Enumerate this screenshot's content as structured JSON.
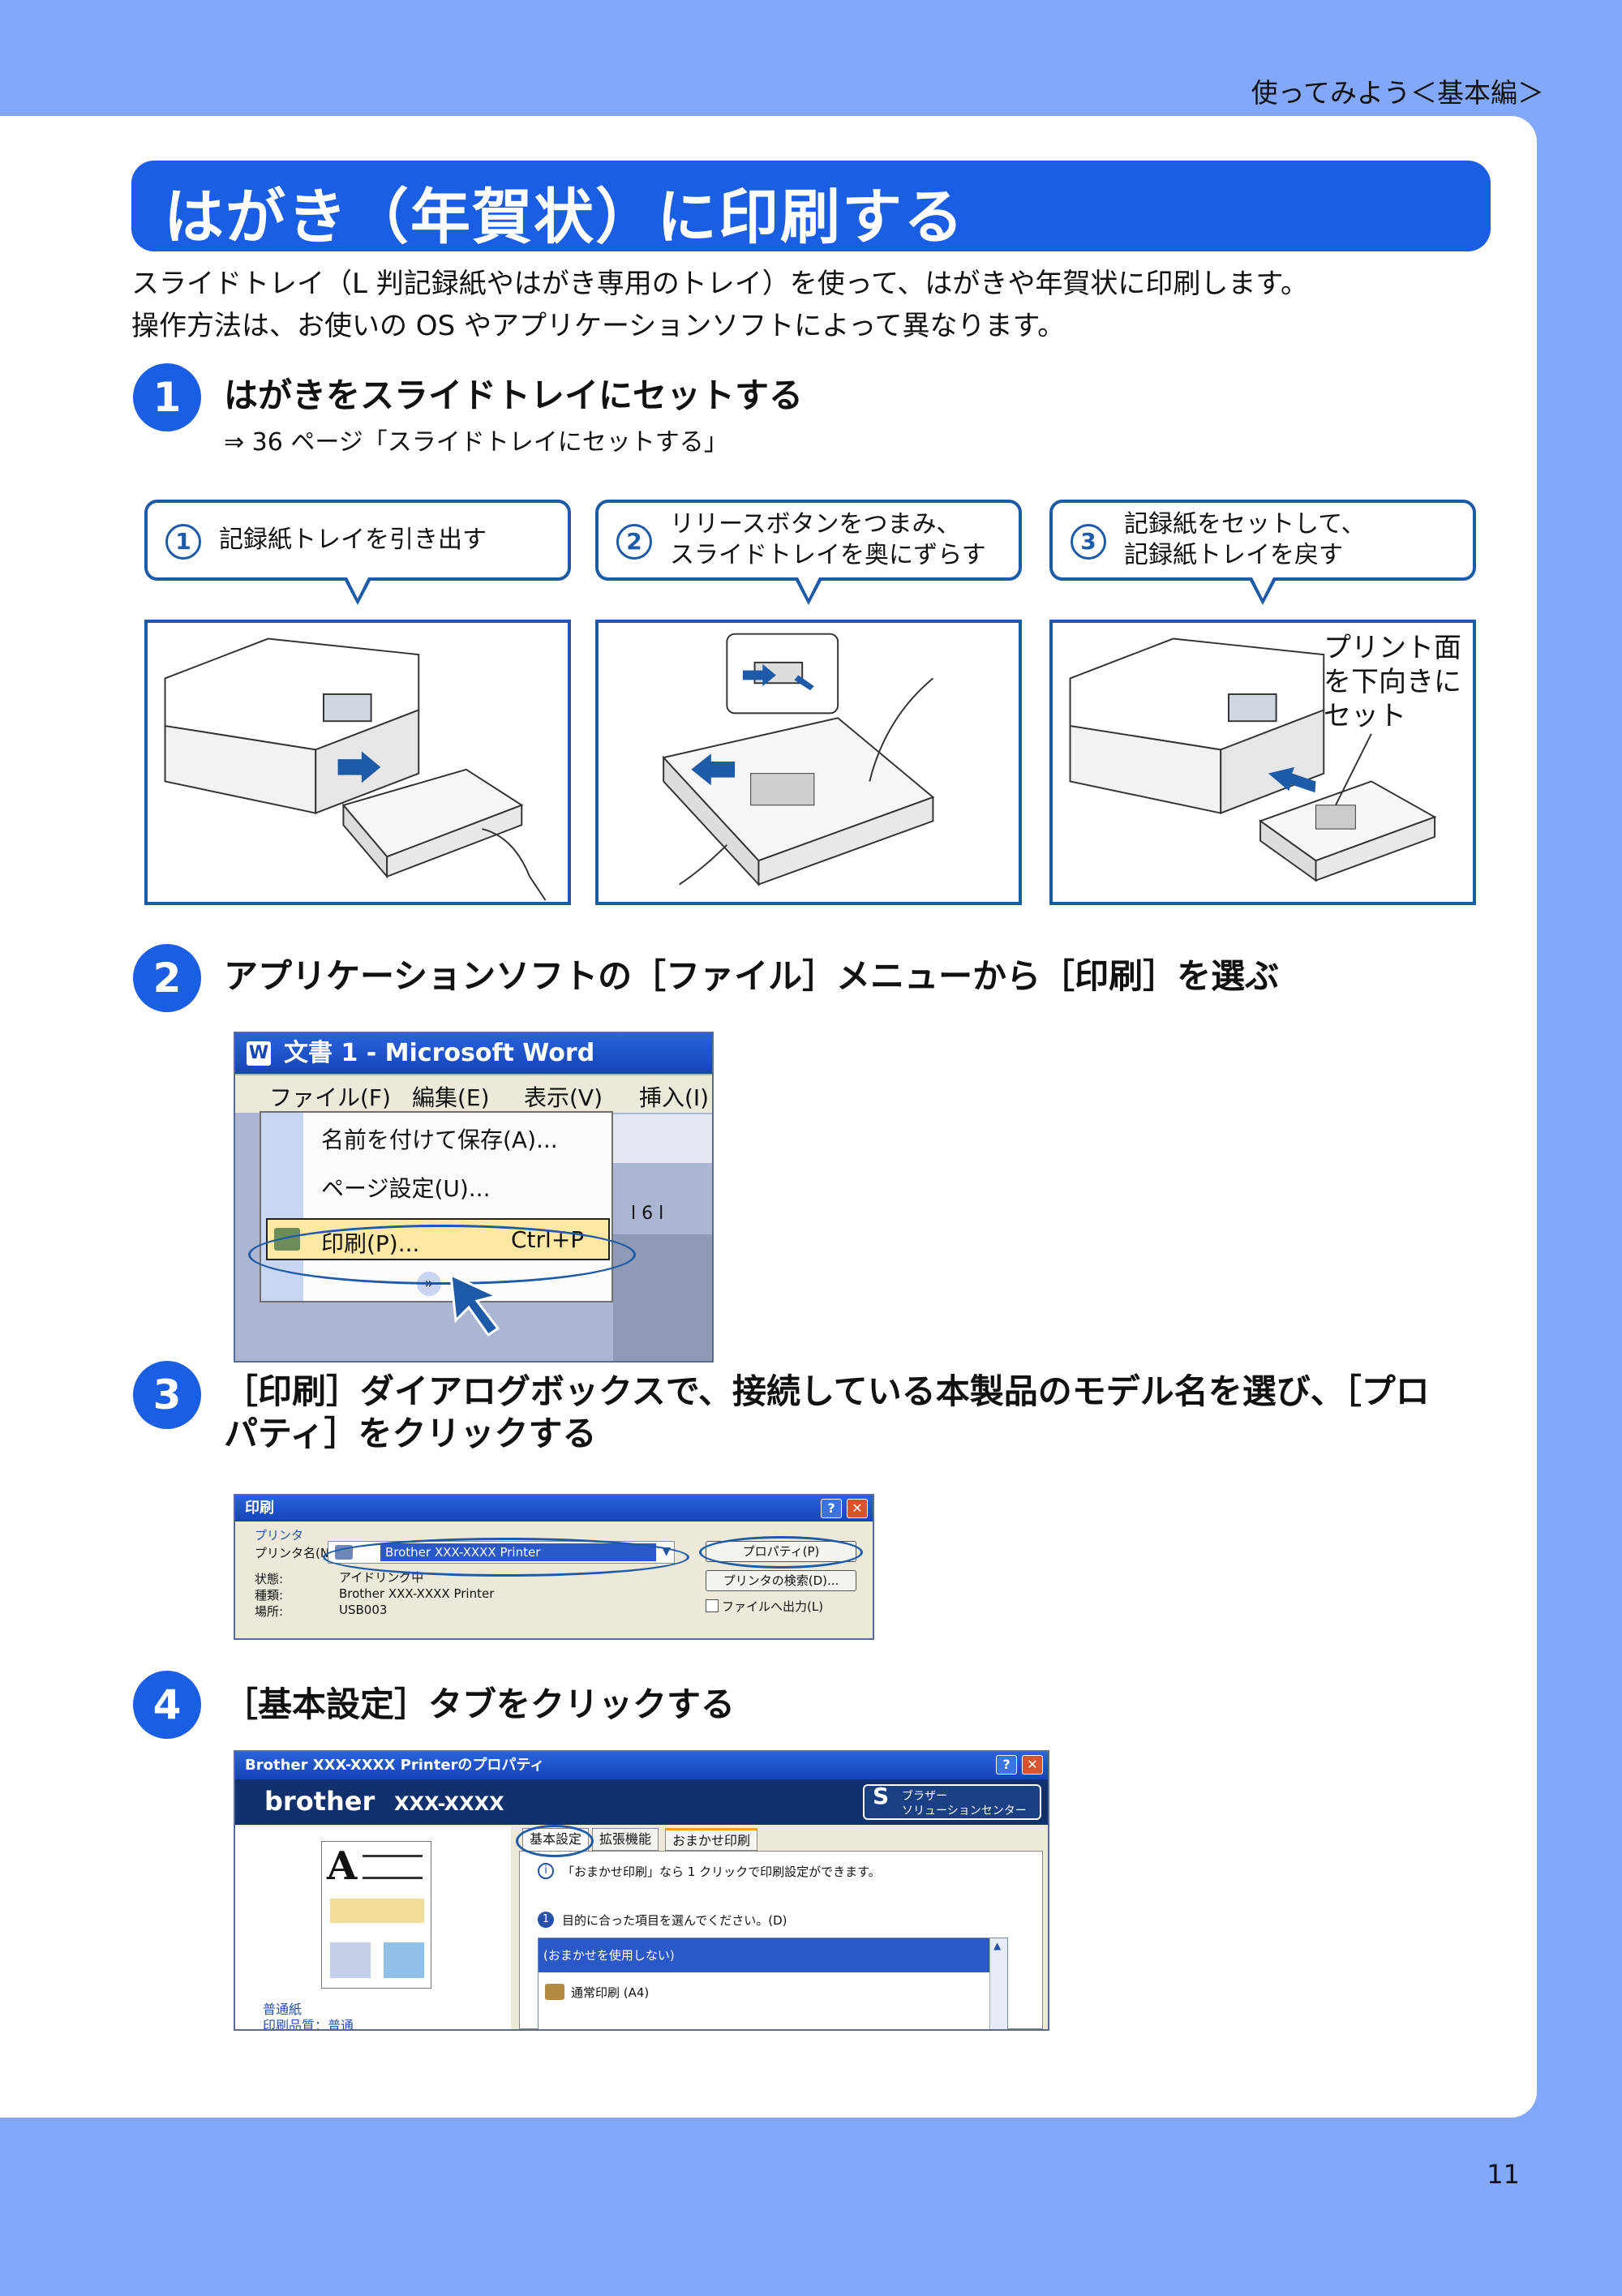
{
  "header": {
    "section": "使ってみよう＜基本編＞",
    "page_number": "11"
  },
  "title": "はがき（年賀状）に印刷する",
  "intro": [
    "スライドトレイ（L 判記録紙やはがき専用のトレイ）を使って、はがきや年賀状に印刷します。",
    "操作方法は、お使いの OS やアプリケーションソフトによって異なります。"
  ],
  "steps": [
    {
      "num": "1",
      "title": "はがきをスライドトレイにセットする",
      "ref": "⇒ 36 ページ「スライドトレイにセットする」"
    },
    {
      "num": "2",
      "title": "アプリケーションソフトの［ファイル］メニューから［印刷］を選ぶ"
    },
    {
      "num": "3",
      "title_line1": "［印刷］ダイアログボックスで、接続している本製品のモデル名を選び、［プロ",
      "title_line2": "パティ］をクリックする"
    },
    {
      "num": "4",
      "title": "［基本設定］タブをクリックする"
    }
  ],
  "bubbles": [
    {
      "num": "1",
      "line1": "記録紙トレイを引き出す",
      "line2": ""
    },
    {
      "num": "2",
      "line1": "リリースボタンをつまみ、",
      "line2": "スライドトレイを奥にずらす"
    },
    {
      "num": "3",
      "line1": "記録紙をセットして、",
      "line2": "記録紙トレイを戻す"
    }
  ],
  "photo_note": [
    "プリント面",
    "を下向きに",
    "セット"
  ],
  "word_window": {
    "title": "文書 1 - Microsoft Word",
    "menus": [
      "ファイル(F)",
      "編集(E)",
      "表示(V)",
      "挿入(I)"
    ],
    "items": [
      "名前を付けて保存(A)...",
      "ページ設定(U)...",
      "印刷(P)..."
    ],
    "shortcut": "Ctrl+P",
    "ruler": "l 6 l"
  },
  "print_dialog": {
    "title": "印刷",
    "group": "プリンタ",
    "name_label": "プリンタ名(N):",
    "printer": "Brother XXX-XXXX Printer",
    "properties": "プロパティ(P)",
    "find": "プリンタの検索(D)...",
    "to_file": "ファイルへ出力(L)",
    "labels": [
      "状態:",
      "種類:",
      "場所:"
    ],
    "values": [
      "アイドリング中",
      "Brother XXX-XXXX Printer",
      "USB003"
    ]
  },
  "props_dialog": {
    "title": "Brother XXX-XXXX Printerのプロパティ",
    "brand": "brother",
    "model": "XXX-XXXX",
    "solutions_1": "ブラザー",
    "solutions_2": "ソリューションセンター",
    "tabs": [
      "基本設定",
      "拡張機能",
      "おまかせ印刷"
    ],
    "hint": "「おまかせ印刷」なら 1 クリックで印刷設定ができます。",
    "choose": "目的に合った項目を選んでください。(D)",
    "list": [
      "(おまかせを使用しない)",
      "通常印刷 (A4)"
    ],
    "paper": "普通紙",
    "quality": "印刷品質：普通"
  },
  "colors": {
    "accent": "#1a5ee5",
    "frame": "#1d5aa8",
    "background": "#84a8f9"
  }
}
